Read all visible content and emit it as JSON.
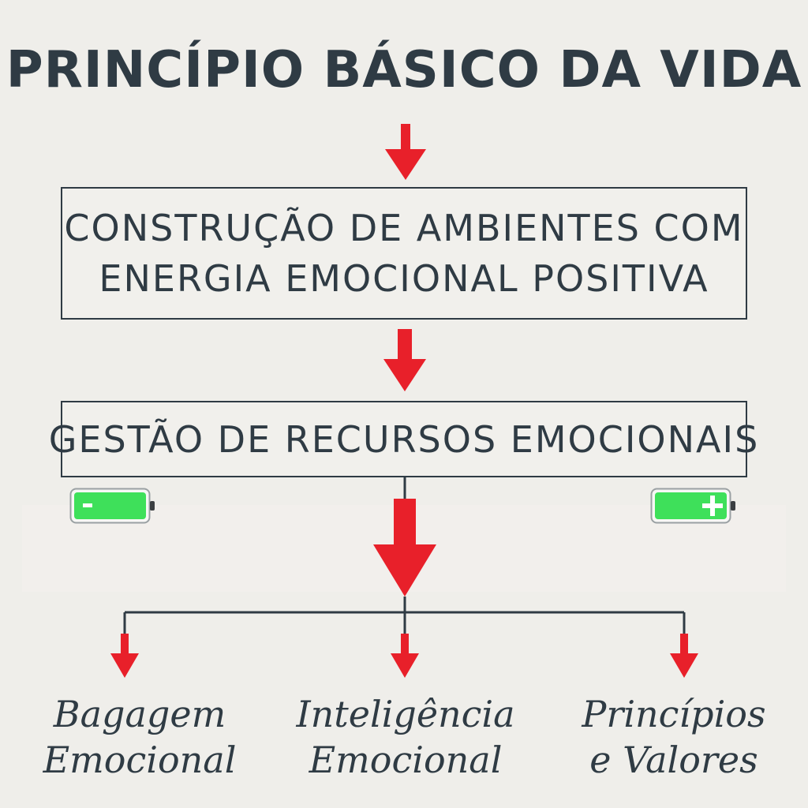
{
  "title": "PRINCÍPIO BÁSICO DA VIDA",
  "box1": {
    "line1": "CONSTRUÇÃO DE AMBIENTES COM",
    "line2": "ENERGIA EMOCIONAL POSITIVA"
  },
  "box2": {
    "label": "GESTÃO DE RECURSOS EMOCIONAIS"
  },
  "batteries": {
    "left_symbol": "-",
    "right_symbol": "+",
    "color": "#3ee05a"
  },
  "branches": [
    {
      "line1": "Bagagem",
      "line2": "Emocional"
    },
    {
      "line1": "Inteligência",
      "line2": "Emocional"
    },
    {
      "line1": "Princípios",
      "line2": "e Valores"
    }
  ],
  "colors": {
    "arrow": "#e8202a",
    "ink": "#2f3b44",
    "background": "#efeeea"
  }
}
